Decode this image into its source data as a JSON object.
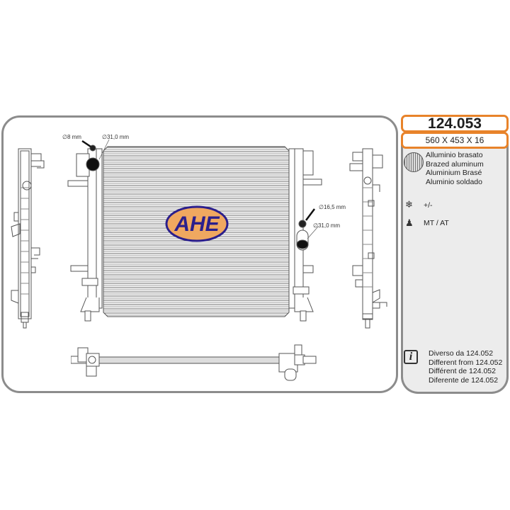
{
  "product": {
    "code": "124.053",
    "dimensions": "560 X 453 X 16"
  },
  "material": {
    "icon": "brazed-aluminum-icon",
    "lines": [
      "Alluminio brasato",
      "Brazed aluminum",
      "Aluminium Brasé",
      "Aluminio soldado"
    ]
  },
  "specs": [
    {
      "icon": "snowflake-icon",
      "glyph": "❄",
      "text": "+/-"
    },
    {
      "icon": "gear-shift-icon",
      "glyph": "♟",
      "text": "MT / AT"
    }
  ],
  "note": {
    "icon": "info-icon",
    "glyph": "i",
    "lines": [
      "Diverso da 124.052",
      "Different from  124.052",
      "Différent de  124.052",
      "Diferente de  124.052"
    ]
  },
  "drawing": {
    "brand_logo": "AHE",
    "callouts": {
      "top_left_small": "∅8 mm",
      "top_left_large": "∅31,0 mm",
      "right_small": "∅16,5 mm",
      "right_large": "∅31,0 mm"
    }
  },
  "colors": {
    "accent_orange": "#e8832a",
    "frame_gray": "#8c8c8c",
    "logo_blue": "#2b1f8c",
    "logo_orange": "#f0a860"
  }
}
